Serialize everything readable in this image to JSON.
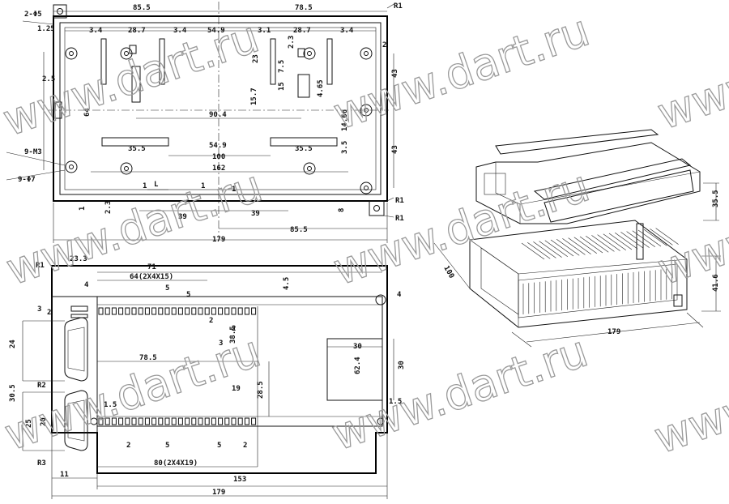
{
  "watermark": {
    "text": "www.dart.ru"
  },
  "top_view": {
    "labels": {
      "holes_top": "2-Φ5",
      "w_left": "85.5",
      "w_right": "78.5",
      "r1_a": "R1",
      "d125": "1.25",
      "s34_a": "3.4",
      "s287_a": "28.7",
      "s34_b": "3.4",
      "s549_top": "54.9",
      "s31": "3.1",
      "s287_b": "28.7",
      "s34_c": "3.4",
      "d25": "2.5",
      "d2": "2",
      "v23": "23",
      "v75": "7.5",
      "v23b": "2.3",
      "v64": "64",
      "v157": "15.7",
      "v15": "15",
      "v465": "4.65",
      "v43_a": "43",
      "s904": "90.4",
      "v1466": "14.66",
      "s355_a": "35.5",
      "s549_mid": "54.9",
      "s355_b": "35.5",
      "s100": "100",
      "v43_b": "43",
      "v35": "3.5",
      "m3": "9-M3",
      "s162": "162",
      "phi7": "9-Φ7",
      "l1": "1",
      "l1b": "1",
      "lL": "L",
      "l1c": "1",
      "r1_b": "R1",
      "v8": "8",
      "v23c": "2.3",
      "s39a": "39",
      "s39b": "39",
      "s855b": "85.5",
      "r1_c": "R1",
      "v1d": "1",
      "s179": "179"
    }
  },
  "bottom_view": {
    "labels": {
      "b233": "23.3",
      "b71": "71",
      "b64": "64(2X4X15)",
      "b5a": "5",
      "b5b": "5",
      "b45": "4.5",
      "b4": "4",
      "b3": "3",
      "b2": "2",
      "b2a": "2",
      "b2b": "2",
      "b24": "24",
      "b385": "38.5",
      "b3b": "3",
      "b785": "78.5",
      "b30a": "30",
      "b624": "62.4",
      "b30b": "30",
      "b19": "19",
      "b285": "28.5",
      "r2": "R2",
      "b305": "30.5",
      "b15a": "1.5",
      "b15b": "1.5",
      "b20": "20",
      "b25": "25",
      "b2c": "2",
      "b5c": "5",
      "b5d": "5",
      "b2d": "2",
      "r3": "R3",
      "b80": "80(2X4X19)",
      "b11": "11",
      "b153": "153",
      "b179": "179",
      "r1": "R1",
      "b4b": "4"
    }
  },
  "iso_view": {
    "labels": {
      "d355": "35.5",
      "d100": "100",
      "d416": "41.6",
      "d179": "179"
    }
  }
}
